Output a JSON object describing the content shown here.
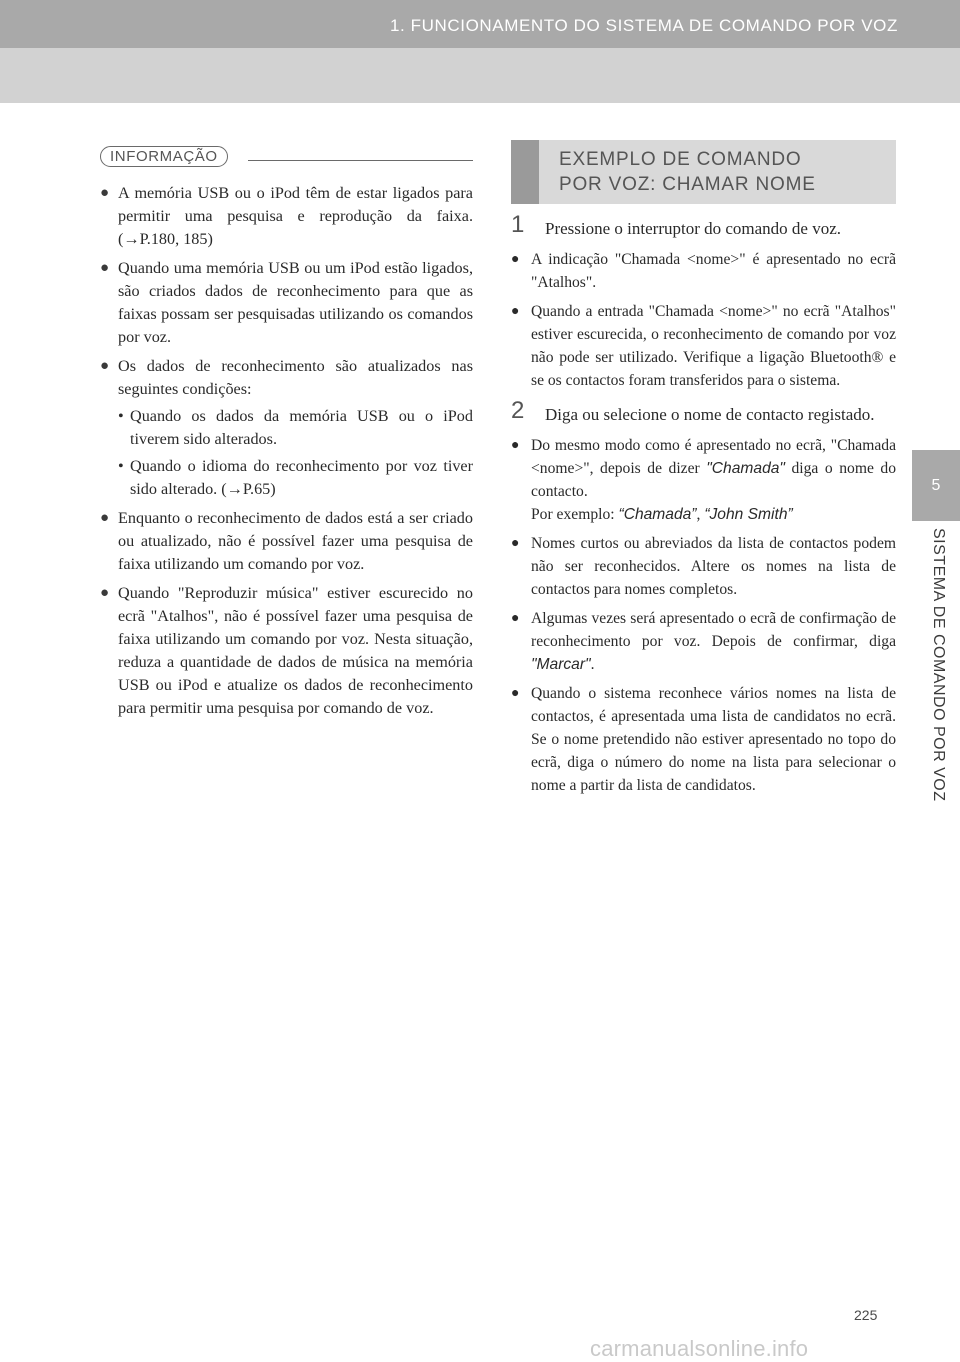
{
  "header": {
    "title": "1. FUNCIONAMENTO DO SISTEMA DE COMANDO POR VOZ"
  },
  "side_tab": {
    "number": "5",
    "label": "SISTEMA DE COMANDO POR VOZ"
  },
  "info": {
    "badge": "INFORMAÇÃO",
    "bullets": [
      "A memória USB ou o iPod têm de estar ligados para permitir uma pesquisa e reprodução da faixa. (→P.180, 185)",
      "Quando uma memória USB ou um iPod estão ligados, são criados dados de reconhecimento para que as faixas possam ser pesquisadas utilizando os comandos por voz.",
      "Os dados de reconhecimento são atualizados nas seguintes condições:",
      "Enquanto o reconhecimento de dados está a ser criado ou atualizado, não é possível fazer uma pesquisa de faixa utilizando um comando por voz.",
      "Quando \"Reproduzir música\" estiver escurecido no ecrã \"Atalhos\", não é possível fazer uma pesquisa de faixa utilizando um comando por voz. Nesta situação, reduza a quantidade de dados de música na memória USB ou iPod e atualize os dados de reconhecimento para permitir uma pesquisa por comando de voz."
    ],
    "sub_bullets": [
      "Quando os dados da memória USB ou o iPod tiverem sido alterados.",
      "Quando o idioma do reconhecimento por voz tiver sido alterado. (→P.65)"
    ]
  },
  "example": {
    "heading_line1": "EXEMPLO DE COMANDO",
    "heading_line2": "POR VOZ: CHAMAR NOME",
    "step1_num": "1",
    "step1": "Pressione o interruptor do comando de voz.",
    "step1_bullets": [
      "A indicação \"Chamada <nome>\" é apresentado no ecrã \"Atalhos\".",
      "Quando a entrada \"Chamada <nome>\" no ecrã \"Atalhos\" estiver escurecida, o reconhecimento de comando por voz não pode ser utilizado. Verifique a ligação Bluetooth® e se os contactos foram transferidos para o sistema."
    ],
    "step2_num": "2",
    "step2": "Diga ou selecione o nome de contacto registado.",
    "b3_pre": "Do mesmo modo como é apresentado no ecrã, \"Chamada <nome>\", depois de dizer",
    "b3_say": "\"Chamada\"",
    "b3_post": "diga o nome do contacto.",
    "b3_example_prefix": "Por exemplo:",
    "b3_example_1": "“Chamada”",
    "b3_example_sep": ",",
    "b3_example_2": "“John Smith”",
    "b4": "Nomes curtos ou abreviados da lista de contactos podem não ser reconhecidos. Altere os nomes na lista de contactos para nomes completos.",
    "b5_pre": "Algumas vezes será apresentado o ecrã de confirmação de reconhecimento por voz. Depois de confirmar, diga",
    "b5_say": "\"Marcar\"",
    "b5_post": ".",
    "b6": "Quando o sistema reconhece vários nomes na lista de contactos, é apresentada uma lista de candidatos no ecrã. Se o nome pretendido não estiver apresentado no topo do ecrã, diga o número do nome na lista para selecionar o nome a partir da lista de candidatos."
  },
  "page_number": "225",
  "watermark": "carmanualsonline.info"
}
